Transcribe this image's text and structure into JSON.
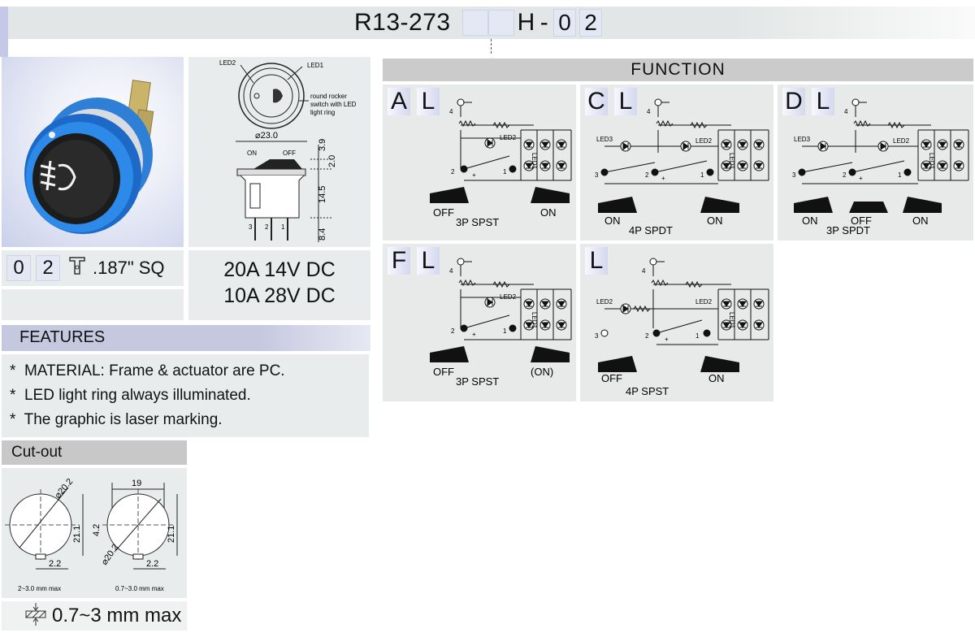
{
  "header": {
    "part_prefix": "R13-273",
    "sep_h": "H",
    "dash": "-",
    "code1": "0",
    "code2": "2"
  },
  "product_photo": {
    "alt": "Round blue rocker switch with fog-light symbol"
  },
  "drawing": {
    "led2": "LED2",
    "led1": "LED1",
    "note_lines": [
      "round rocker",
      "switch with LED",
      "light ring"
    ],
    "dia": "⌀23.0",
    "on": "ON",
    "off": "OFF",
    "dims": [
      "3.9",
      "2.0",
      "14.5",
      "8.4"
    ],
    "pins": [
      "3",
      "2",
      "1"
    ]
  },
  "terminal": {
    "code1": "0",
    "code2": "2",
    "label": ".187\" SQ"
  },
  "rating": {
    "line1": "20A 14V DC",
    "line2": "10A 28V DC"
  },
  "features": {
    "title": "FEATURES",
    "items": [
      "MATERIAL: Frame & actuator are PC.",
      "LED light ring always illuminated.",
      "The graphic is laser marking."
    ]
  },
  "cutout": {
    "title": "Cut-out",
    "left": {
      "dia": "⌀20.2",
      "h": "21.1",
      "w": "2.2",
      "note": "2~3.0 mm max"
    },
    "right": {
      "top": "19",
      "dia": "⌀20.2",
      "h": "21.1",
      "mid": "4.2",
      "w": "2.2",
      "note": "0.7~3.0 mm max"
    },
    "thickness": "0.7~3 mm max"
  },
  "function": {
    "title": "FUNCTION",
    "cells": [
      {
        "codes": [
          "A",
          "L"
        ],
        "type": "3P SPST",
        "labels": [
          "OFF",
          "ON"
        ]
      },
      {
        "codes": [
          "C",
          "L"
        ],
        "type": "4P SPDT",
        "labels": [
          "ON",
          "ON"
        ]
      },
      {
        "codes": [
          "D",
          "L"
        ],
        "type": "3P SPDT",
        "labels": [
          "ON",
          "OFF",
          "ON"
        ]
      },
      {
        "codes": [
          "F",
          "L"
        ],
        "type": "3P SPST",
        "labels": [
          "OFF",
          "(ON)"
        ]
      },
      {
        "codes": [
          "L"
        ],
        "type": "4P SPST",
        "labels": [
          "OFF",
          "ON"
        ]
      }
    ],
    "led": {
      "led1": "LED1",
      "led2": "LED2",
      "led3": "LED3",
      "pin4": "4",
      "pin3": "3",
      "pin2": "2",
      "pin1": "1",
      "plus": "+"
    }
  }
}
